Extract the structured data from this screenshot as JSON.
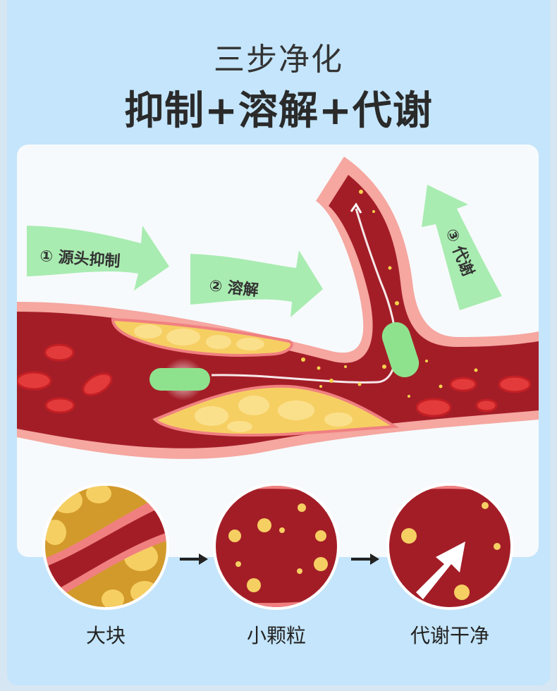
{
  "header": {
    "subtitle": "三步净化",
    "headline": "抑制+溶解+代谢"
  },
  "steps": [
    {
      "label": "① 源头抑制"
    },
    {
      "label": "② 溶解"
    },
    {
      "label": "③ 代谢"
    }
  ],
  "stages": [
    {
      "label": "大块",
      "icon": "plaque-block-icon"
    },
    {
      "label": "小颗粒",
      "icon": "small-particles-icon"
    },
    {
      "label": "代谢干净",
      "icon": "clean-vessel-icon"
    }
  ],
  "colors": {
    "background": "#c4e5fb",
    "arrow_green": "#a9ecb1",
    "vessel_red": "#a31d27",
    "vessel_wall": "#f08080",
    "fat_yellow": "#f6cf63",
    "capsule_green": "#8fe28d"
  }
}
